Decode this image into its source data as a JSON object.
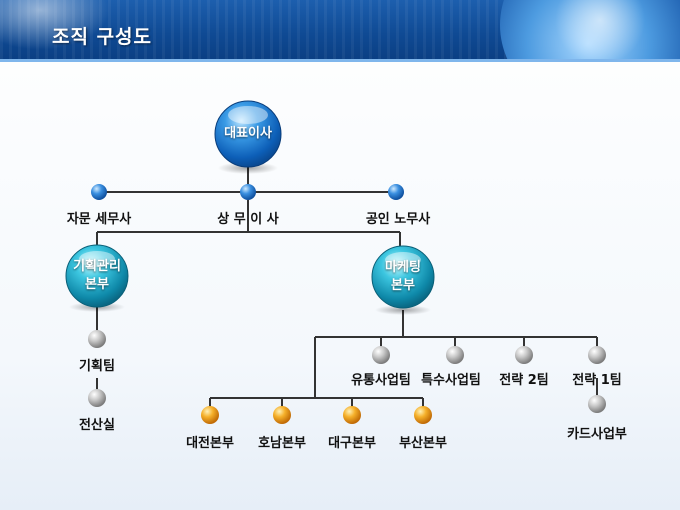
{
  "header": {
    "title": "조직 구성도"
  },
  "chart": {
    "ceo": "대표이사",
    "top_row": [
      "자문 세무사",
      "상 무 이 사",
      "공인 노무사"
    ],
    "divisions": [
      {
        "line1": "기획관리",
        "line2": "본부"
      },
      {
        "line1": "마케팅",
        "line2": "본부"
      }
    ],
    "planning_units": [
      "기획팀",
      "전산실"
    ],
    "marketing_teams": [
      "유통사업팀",
      "특수사업팀",
      "전략 2팀",
      "전략 1팀"
    ],
    "strategy1_sub": "카드사업부",
    "regional_offices": [
      "대전본부",
      "호남본부",
      "대구본부",
      "부산본부"
    ]
  },
  "colors": {
    "header_blue": "#0f4a94",
    "node_blue": "#2a86d8",
    "node_gray": "#a8a8a8",
    "node_orange": "#f0a020"
  }
}
